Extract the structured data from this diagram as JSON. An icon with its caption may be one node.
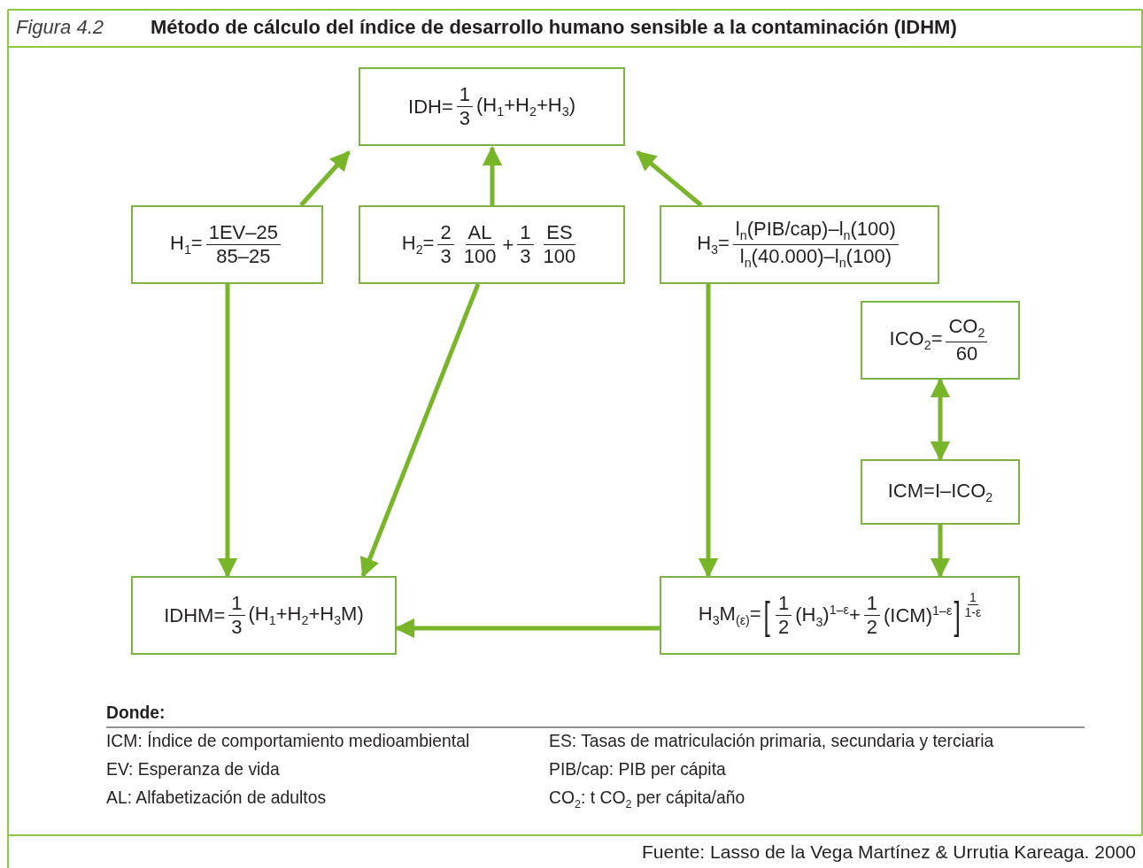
{
  "diagram": {
    "title": "Método de cálculo del índice de desarrollo humano sensible a la contaminación (IDHM)",
    "caption": "Fuente: Lasso de la Vega Martínez & Urrutia Kareaga. 2000",
    "nodes": [
      {
        "text": [
          "IDH=",
          "1",
          "3",
          "(H$_{1}$+H$_{2}$+H$_{3}$)"
        ]
      },
      {
        "text": [
          "H$_{1}$=",
          "1EV–25",
          "85–25"
        ]
      },
      {
        "text": [
          "H$_{2}$=",
          "2",
          "3",
          "AL",
          "100",
          "+",
          "1",
          "3",
          "ES",
          "100"
        ]
      },
      {
        "text": [
          "H$_{3}$=",
          "l$_{n}$(PIB/cap)–l$_{n}$(100)",
          "l$_{n}$(40.000)–l$_{n}$(100)"
        ]
      },
      {
        "text": [
          "ICO$_{2}$=",
          "CO$_{2}$",
          "60"
        ]
      },
      {
        "text": [
          "ICM=I–ICO$_{2}$"
        ]
      },
      {
        "text": [
          "IDHM=",
          "1",
          "3",
          "(H$_{1}$+H$_{2}$+H$_{3}$M)"
        ]
      },
      {
        "text": [
          "H$_{3}$M$_{(ε)}$=",
          "[",
          "1",
          "2",
          "(H$_{3}$)$^{1–ε}$+",
          "1",
          "2",
          "(ICM)$^{1–ε}$",
          "]",
          "1",
          "1-ε"
        ]
      }
    ],
    "edges": [
      {
        "from": 1,
        "to": 0,
        "arrow": "to"
      },
      {
        "from": 2,
        "to": 0,
        "arrow": "to"
      },
      {
        "from": 3,
        "to": 0,
        "arrow": "to"
      },
      {
        "from": 1,
        "to": 6,
        "arrow": "to"
      },
      {
        "from": 2,
        "to": 6,
        "arrow": "to"
      },
      {
        "from": 3,
        "to": 7,
        "arrow": "to"
      },
      {
        "from": 4,
        "to": 5,
        "arrow": "both"
      },
      {
        "from": 5,
        "to": 7,
        "arrow": "to"
      },
      {
        "from": 7,
        "to": 6,
        "arrow": "to"
      }
    ],
    "labels": [
      "Figura 4.2",
      "Donde:",
      "ICM: Índice de comportamiento medioambiental",
      "ES: Tasas de matriculación primaria, secundaria y terciaria",
      "EV: Esperanza de vida",
      "PIB/cap: PIB per cápita",
      "AL: Alfabetización de adultos",
      "CO$_{2}$: t CO$_{2}$ per cápita/año"
    ]
  }
}
